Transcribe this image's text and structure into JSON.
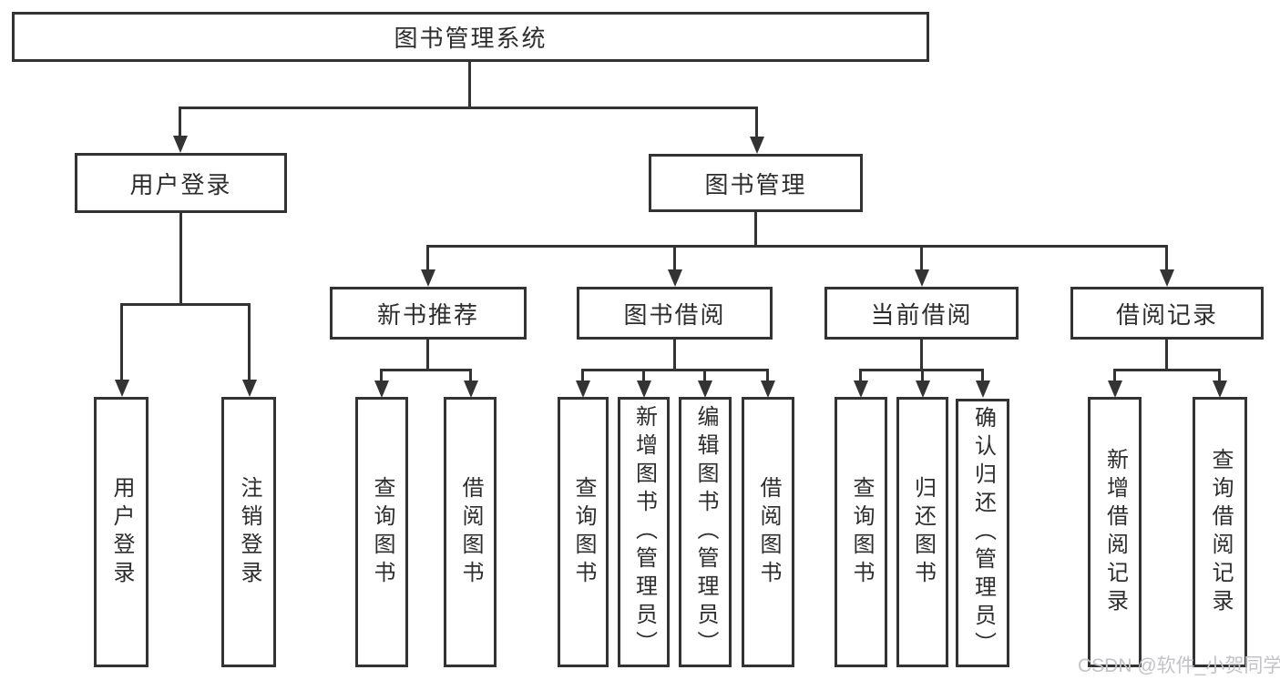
{
  "nodes": {
    "root": "图书管理系统",
    "user_login": "用户登录",
    "book_management": "图书管理",
    "new_book_recommend": "新书推荐",
    "book_borrowing": "图书借阅",
    "current_borrowing": "当前借阅",
    "borrowing_records": "借阅记录"
  },
  "leaves": {
    "user_login": [
      "用户登录",
      "注销登录"
    ],
    "new_book_recommend": [
      "查询图书",
      "借阅图书"
    ],
    "book_borrowing": [
      "查询图书",
      "新增图书（管理员）",
      "编辑图书（管理员）",
      "借阅图书"
    ],
    "current_borrowing": [
      "查询图书",
      "归还图书",
      "确认归还（管理员）"
    ],
    "borrowing_records": [
      "新增借阅记录",
      "查询借阅记录"
    ]
  },
  "watermark": "CSDN @软件_小贺同学",
  "colors": {
    "line": "#333333",
    "text": "#2d2d2d",
    "watermark": "#c3c3c7",
    "background": "#ffffff"
  }
}
